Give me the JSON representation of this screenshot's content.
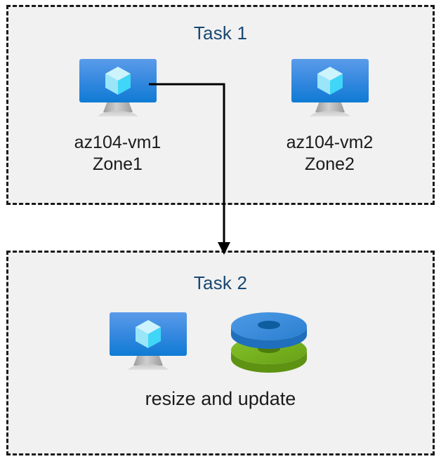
{
  "diagram": {
    "title_color": "#1a4872",
    "box_fill": "#f1f1f1",
    "box_border_color": "#1a1a1a",
    "connector_color": "#000000",
    "vm_screen_top_color": "#5a9bea",
    "vm_screen_bottom_color": "#0f7bd4",
    "vm_stand_color": "#b8b8b8",
    "cube_top_color": "#c8f1fc",
    "cube_left_color": "#8fe3f7",
    "cube_right_color": "#3fd6f7",
    "disk_blue_color": "#3a8ddd",
    "disk_green_color": "#7ab81e"
  },
  "task1": {
    "title": "Task 1",
    "nodes": [
      {
        "icon": "virtual-machine-icon",
        "caption": "az104-vm1\nZone1"
      },
      {
        "icon": "virtual-machine-icon",
        "caption": "az104-vm2\nZone2"
      }
    ]
  },
  "task2": {
    "title": "Task 2",
    "icons": [
      {
        "icon": "virtual-machine-icon"
      },
      {
        "icon": "managed-disks-icon"
      }
    ],
    "caption": "resize and update"
  },
  "connector": {
    "from": "az104-vm1",
    "to": "Task 2",
    "arrow": "down-arrow"
  }
}
